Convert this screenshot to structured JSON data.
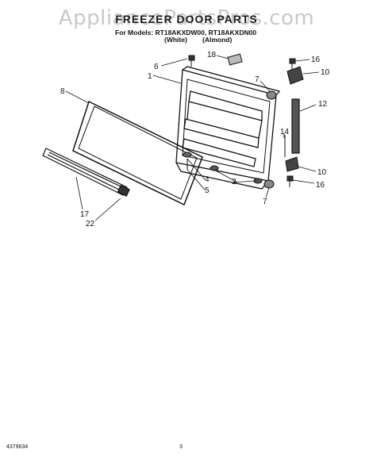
{
  "watermark": "AppliancePartsPros.com",
  "title": "FREEZER DOOR PARTS",
  "models_line": "For Models: RT18AKXDW00, RT18AKXDN00",
  "finish_white": "(White)",
  "finish_almond": "(Almond)",
  "callouts": {
    "n1": "1",
    "n2": "2",
    "n4": "4",
    "n5": "5",
    "n6": "6",
    "n7a": "7",
    "n7b": "7",
    "n8": "8",
    "n10a": "10",
    "n10b": "10",
    "n12": "12",
    "n14": "14",
    "n16a": "16",
    "n16b": "16",
    "n17": "17",
    "n18": "18",
    "n22": "22"
  },
  "footer": {
    "doc_number": "4379634",
    "page_number": "3"
  }
}
